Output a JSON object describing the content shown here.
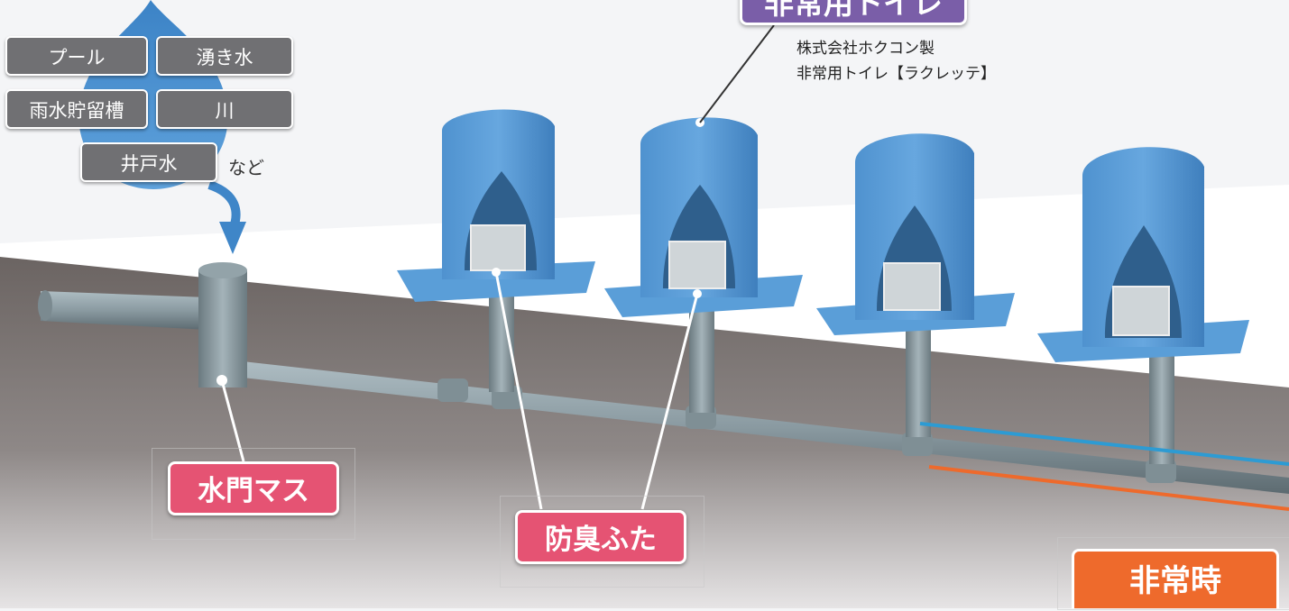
{
  "water_sources": {
    "pool": "プール",
    "spring": "湧き水",
    "rain_tank": "雨水貯留槽",
    "river": "川",
    "well": "井戸水",
    "etc": "など"
  },
  "toilet": {
    "title": "非常用トイレ",
    "maker_line1": "株式会社ホクコン製",
    "maker_line2": "非常用トイレ【ラクレッテ】"
  },
  "callouts": {
    "water_gate": "水門マス",
    "deodorant_lid": "防臭ふた"
  },
  "emergency_label": "非常時",
  "colors": {
    "water_blue": "#3f86c8",
    "badge_purple": "#7a5ea8",
    "callout_pink": "#e55373",
    "emergency_orange": "#ee6a2c",
    "pipe_gray": "#8d9da4",
    "toilet_blue": "#5a9ed8"
  }
}
